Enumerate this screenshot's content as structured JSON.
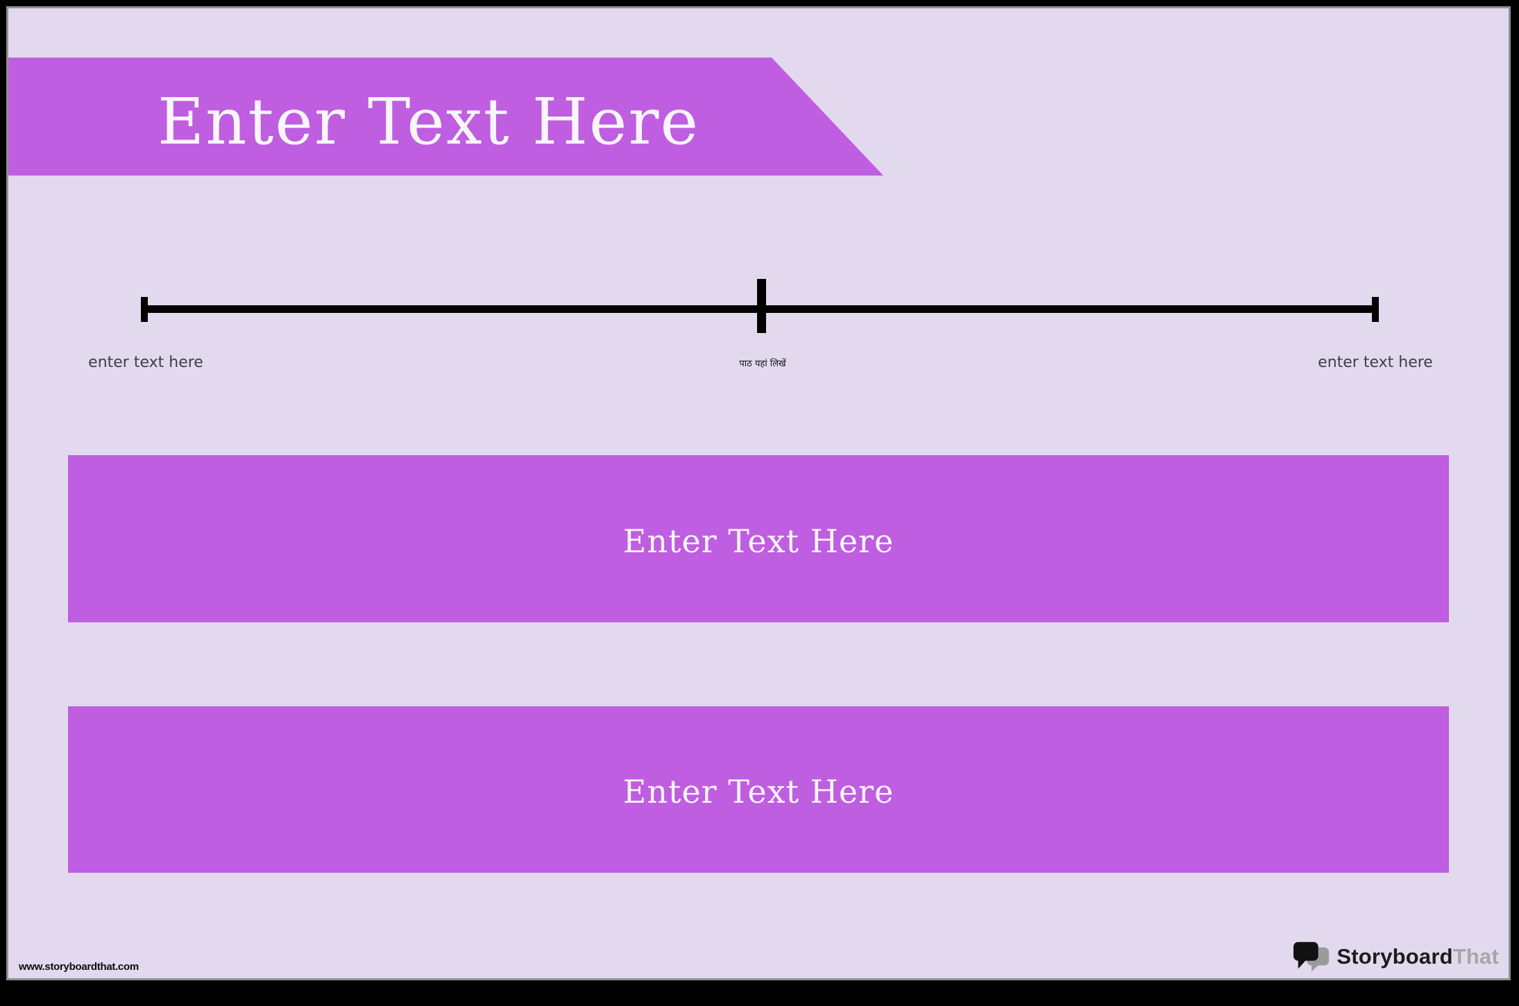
{
  "colors": {
    "accent_purple": "#bf5ee0",
    "canvas_background": "#e3d9ee",
    "frame_black": "#000000",
    "timeline_black": "#000000",
    "label_gray": "#3f3f46",
    "text_white": "#f8f6fa",
    "logo_gray": "#a6a6a6"
  },
  "banner": {
    "title": "Enter Text Here"
  },
  "timeline": {
    "points": [
      {
        "position": "start",
        "label": "enter text here"
      },
      {
        "position": "middle",
        "label": "पाठ यहां लिखें"
      },
      {
        "position": "end",
        "label": "enter text here"
      }
    ]
  },
  "sections": [
    {
      "title": "Enter Text Here"
    },
    {
      "title": "Enter Text Here"
    }
  ],
  "footer": {
    "watermark": "www.storyboardthat.com",
    "logo_primary": "Storyboard",
    "logo_secondary": "That"
  }
}
